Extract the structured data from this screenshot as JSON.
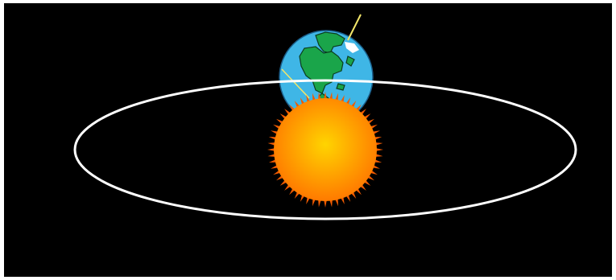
{
  "diagram": {
    "elements": [
      {
        "name": "orbit-path-icon",
        "icon": "ellipse-orbit"
      },
      {
        "name": "earth-icon",
        "icon": "globe-north-america"
      },
      {
        "name": "earth-axis-icon",
        "icon": "tilted-axis-line"
      },
      {
        "name": "sun-icon",
        "icon": "spiky-sun"
      }
    ],
    "colors": {
      "background": "#000000",
      "frame": "#ffffff",
      "orbit": "#ffffff",
      "ocean": "#3fb6e6",
      "land": "#1aa54a",
      "land_outline": "#0b3d1e",
      "ice": "#ffffff",
      "axis": "#f2e66a",
      "sun_center": "#ffd400",
      "sun_edge": "#ff7a00",
      "sun_rays": "#f05a00"
    }
  }
}
